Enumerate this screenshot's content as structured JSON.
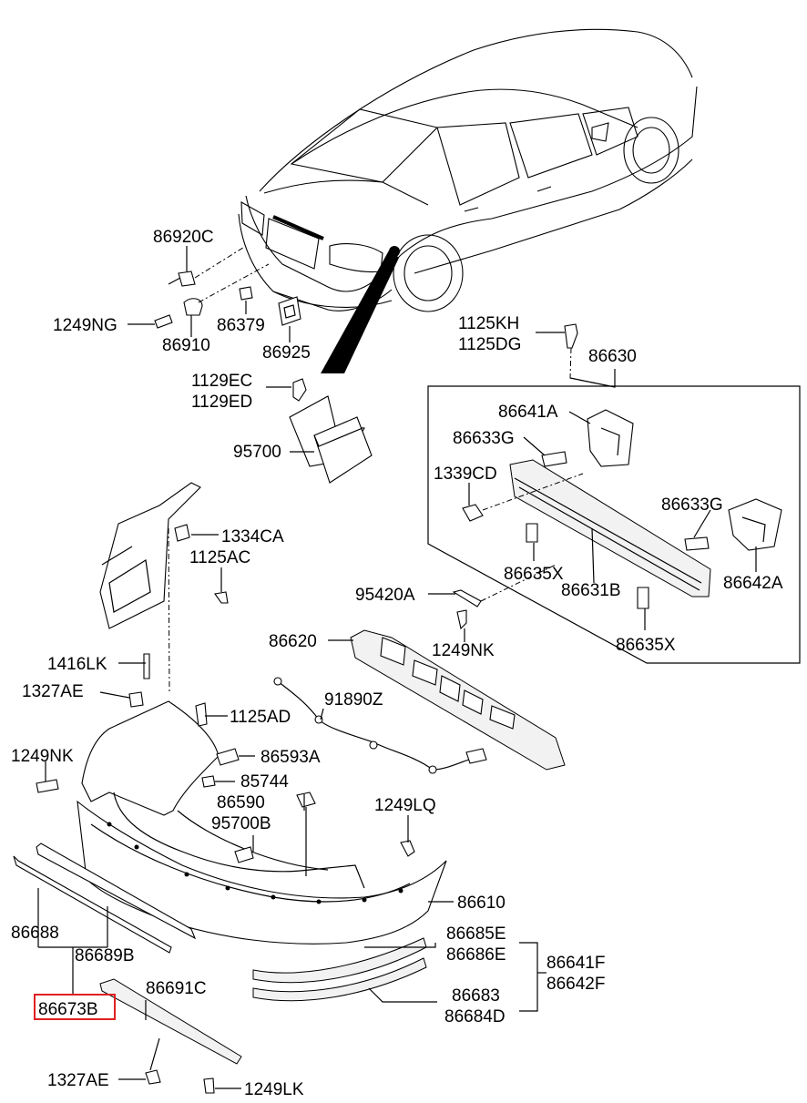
{
  "labels": {
    "l86920C": "86920C",
    "l1249NG": "1249NG",
    "l86910": "86910",
    "l86379": "86379",
    "l86925": "86925",
    "l1129EC": "1129EC",
    "l1129ED": "1129ED",
    "l95700": "95700",
    "l1125KH": "1125KH",
    "l1125DG": "1125DG",
    "l86630": "86630",
    "l86641A": "86641A",
    "l86633G_1": "86633G",
    "l1339CD": "1339CD",
    "l86633G_2": "86633G",
    "l86635X_1": "86635X",
    "l86631B": "86631B",
    "l86642A": "86642A",
    "l95420A": "95420A",
    "l1249NK_1": "1249NK",
    "l86635X_2": "86635X",
    "l1334CA": "1334CA",
    "l1125AC": "1125AC",
    "l86620": "86620",
    "l1416LK": "1416LK",
    "l1327AE_1": "1327AE",
    "l91890Z": "91890Z",
    "l1125AD": "1125AD",
    "l1249NK_2": "1249NK",
    "l86593A": "86593A",
    "l85744": "85744",
    "l86590": "86590",
    "l1249LQ": "1249LQ",
    "l95700B": "95700B",
    "l86610": "86610",
    "l86688": "86688",
    "l86689B": "86689B",
    "l86685E": "86685E",
    "l86686E": "86686E",
    "l86641F": "86641F",
    "l86642F": "86642F",
    "l86673B": "86673B",
    "l86691C": "86691C",
    "l86683": "86683",
    "l86684D": "86684D",
    "l1327AE_2": "1327AE",
    "l1249LK": "1249LK"
  },
  "highlight": {
    "part": "86673B",
    "color": "#e02020"
  }
}
